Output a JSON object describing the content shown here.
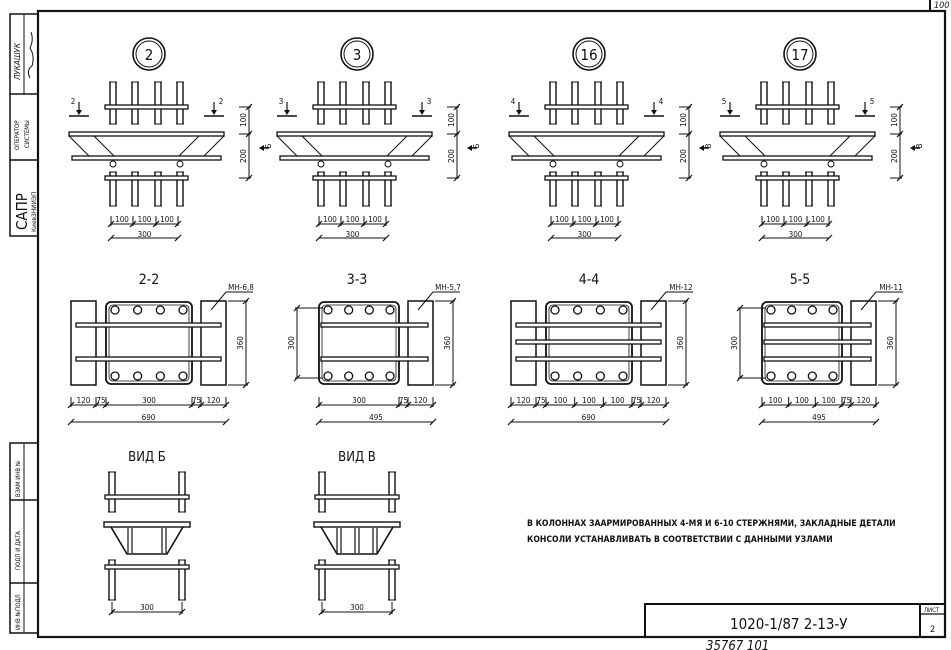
{
  "sheet_corner_number": "100",
  "side_stamp": {
    "author": "ЛУКАШУК",
    "operator": "ОПЕРАТОР",
    "system": "СИСТЕМЫ",
    "sapr": "САПР",
    "org": "КиевЗНИИЭП",
    "inv_vzam": "ВЗАМ ИНВ №",
    "podp_data": "ПОДП И ДАТА",
    "inv_podl": "ИНВ №ПОДЛ"
  },
  "nodes": [
    {
      "number": "2",
      "section": "2",
      "view_arrow": "Б",
      "dims_h": [
        "100",
        "100",
        "100"
      ],
      "dim_total": "300",
      "dim_top": "100",
      "dim_bottom": "200"
    },
    {
      "number": "3",
      "section": "3",
      "view_arrow": "Б",
      "dims_h": [
        "100",
        "100",
        "100"
      ],
      "dim_total": "300",
      "dim_top": "100",
      "dim_bottom": "200"
    },
    {
      "number": "16",
      "section": "4",
      "view_arrow": "В",
      "dims_h": [
        "100",
        "100",
        "100"
      ],
      "dim_total": "300",
      "dim_top": "100",
      "dim_bottom": "200"
    },
    {
      "number": "17",
      "section": "5",
      "view_arrow": "В",
      "dims_h": [
        "100",
        "100",
        "100"
      ],
      "dim_total": "300",
      "dim_top": "100",
      "dim_bottom": "200"
    }
  ],
  "sections": [
    {
      "title": "2-2",
      "part": "МН-6,8",
      "height": "360",
      "dims": [
        "120",
        "75",
        "300",
        "75",
        "120"
      ],
      "total": "690"
    },
    {
      "title": "3-3",
      "part": "МН-5,7",
      "height": "360",
      "inner": "300",
      "dims": [
        "300",
        "75",
        "120"
      ],
      "total": "495"
    },
    {
      "title": "4-4",
      "part": "МН-12",
      "height": "360",
      "dims": [
        "120",
        "75",
        "100",
        "100",
        "100",
        "75",
        "120"
      ],
      "total": "690"
    },
    {
      "title": "5-5",
      "part": "МН-11",
      "height": "360",
      "inner": "300",
      "dims": [
        "100",
        "100",
        "100",
        "75",
        "120"
      ],
      "total": "495"
    }
  ],
  "views": [
    {
      "title": "ВИД  Б",
      "dim": "300"
    },
    {
      "title": "ВИД  В",
      "dim": "300"
    }
  ],
  "note": {
    "line1": "В КОЛОННАХ ЗААРМИРОВАННЫХ 4-МЯ И 6-10 СТЕРЖНЯМИ, ЗАКЛАДНЫЕ ДЕТАЛИ",
    "line2": "КОНСОЛИ УСТАНАВЛИВАТЬ В СООТВЕТСТВИИ С ДАННЫМИ УЗЛАМИ"
  },
  "title_block": {
    "code": "1020-1/87 2-13-У",
    "sheet_label": "ЛИСТ",
    "sheet_number": "2"
  },
  "archive_number": "35767   101"
}
